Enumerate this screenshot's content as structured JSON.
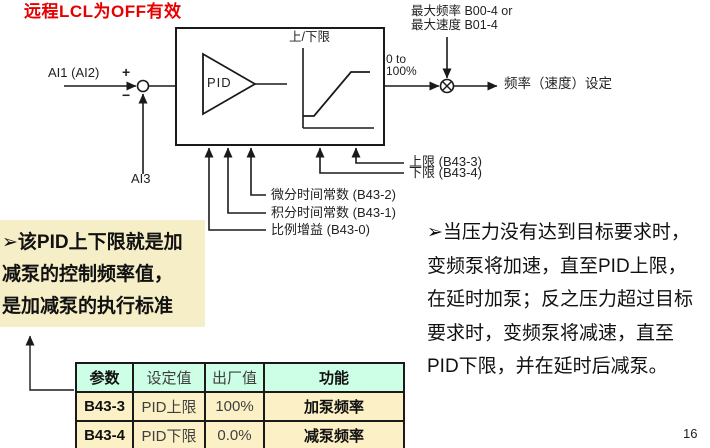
{
  "title": {
    "text": "远程LCL为OFF有效",
    "color": "#e60000"
  },
  "diagram": {
    "input_label": "AI1 (AI2)",
    "plus_sign": "+",
    "minus_sign": "−",
    "feedback_label": "AI3",
    "pid_label": "PID",
    "limiter_label": "上/下限",
    "range_line1": "0 to",
    "range_line2": "100%",
    "max_line1": "最大频率  B00-4 or",
    "max_line2": "最大速度  B01-4",
    "output_label": "频率（速度）设定",
    "params": {
      "upper_limit": "上限 (B43-3)",
      "lower_limit": "下限 (B43-4)",
      "derivative": "微分时间常数 (B43-2)",
      "integral": "积分时间常数 (B43-1)",
      "proportional": "比例增益 (B43-0)"
    }
  },
  "note_left": {
    "bg_color": "#f6eec6",
    "line1": "➢该PID上下限就是加",
    "line2": "减泵的控制频率值，",
    "line3": "是加减泵的执行标准"
  },
  "note_right": {
    "line1": "➢当压力没有达到目标要求时，",
    "line2": "变频泵将加速，直至PID上限，",
    "line3": "在延时加泵；反之压力超过目标",
    "line4": "要求时，变频泵将减速，直至",
    "line5": "PID下限，并在延时后减泵。"
  },
  "table": {
    "header_bg": "#ccffe6",
    "row_bg": "#fcf1c6",
    "headers": [
      "参数",
      "设定值",
      "出厂值",
      "功能"
    ],
    "rows": [
      [
        "B43-3",
        "PID上限",
        "100%",
        "加泵频率"
      ],
      [
        "B43-4",
        "PID下限",
        "0.0%",
        "减泵频率"
      ]
    ]
  },
  "page_number": "16"
}
